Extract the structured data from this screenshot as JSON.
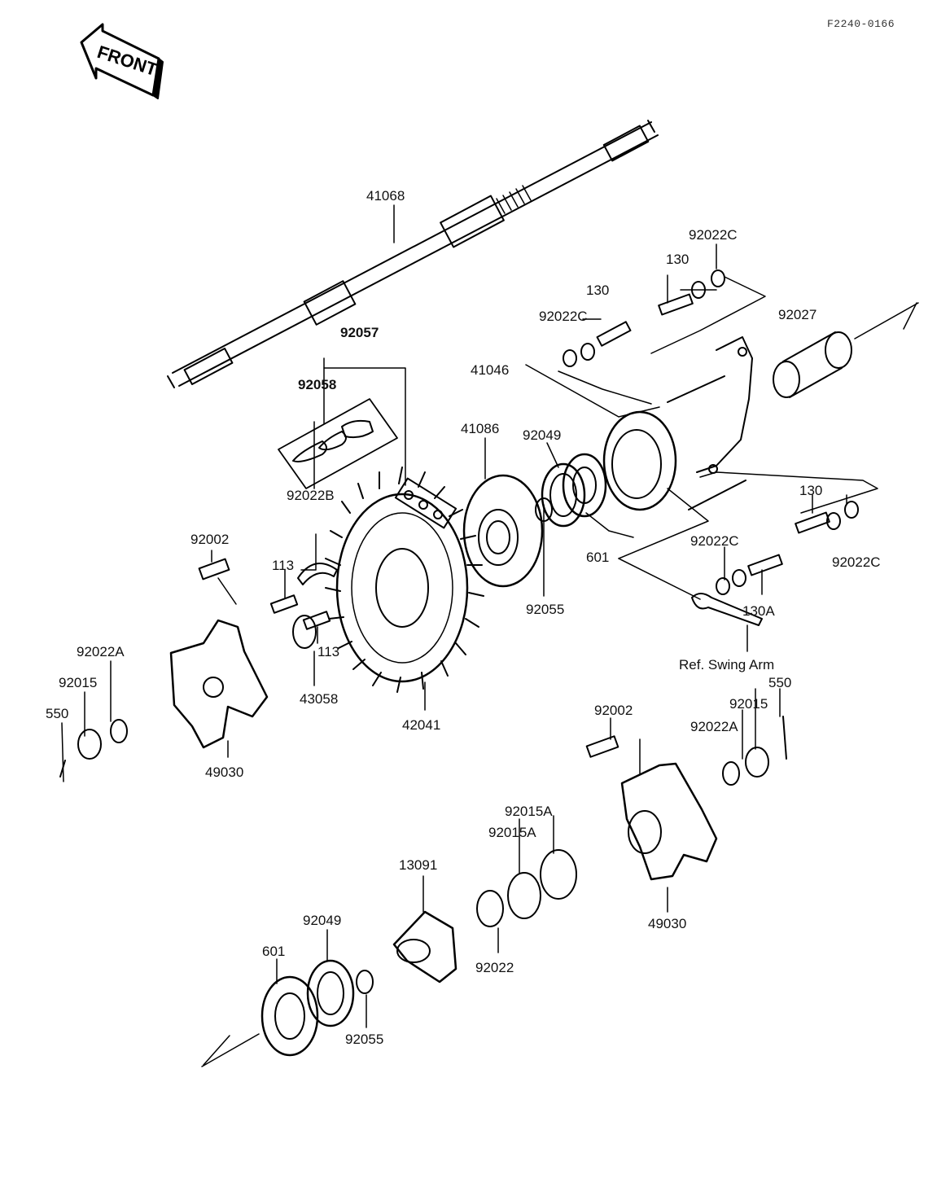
{
  "diagram": {
    "ref_code": "F2240-0166",
    "front_label": "FRONT",
    "ref_swing_arm": "Ref. Swing Arm",
    "parts": {
      "p41068": "41068",
      "p92022C_a": "92022C",
      "p130_a": "130",
      "p130_b": "130",
      "p92022C_b": "92022C",
      "p92027": "92027",
      "p92057": "92057",
      "p92058": "92058",
      "p41046": "41046",
      "p41086": "41086",
      "p92049_a": "92049",
      "p92022B": "92022B",
      "p130_c": "130",
      "p92002_a": "92002",
      "p113_a": "113",
      "p601_a": "601",
      "p92022C_c": "92022C",
      "p92022C_d": "92022C",
      "p92055_a": "92055",
      "p130A": "130A",
      "p113_b": "113",
      "p92022A_a": "92022A",
      "p92015_a": "92015",
      "p43058": "43058",
      "p550_a": "550",
      "p42041": "42041",
      "p49030_a": "49030",
      "p550_b": "550",
      "p92015_b": "92015",
      "p92002_b": "92002",
      "p92022A_b": "92022A",
      "p92015A_a": "92015A",
      "p92015A_b": "92015A",
      "p13091": "13091",
      "p92049_b": "92049",
      "p601_b": "601",
      "p92022": "92022",
      "p49030_b": "49030",
      "p92055_b": "92055"
    }
  }
}
